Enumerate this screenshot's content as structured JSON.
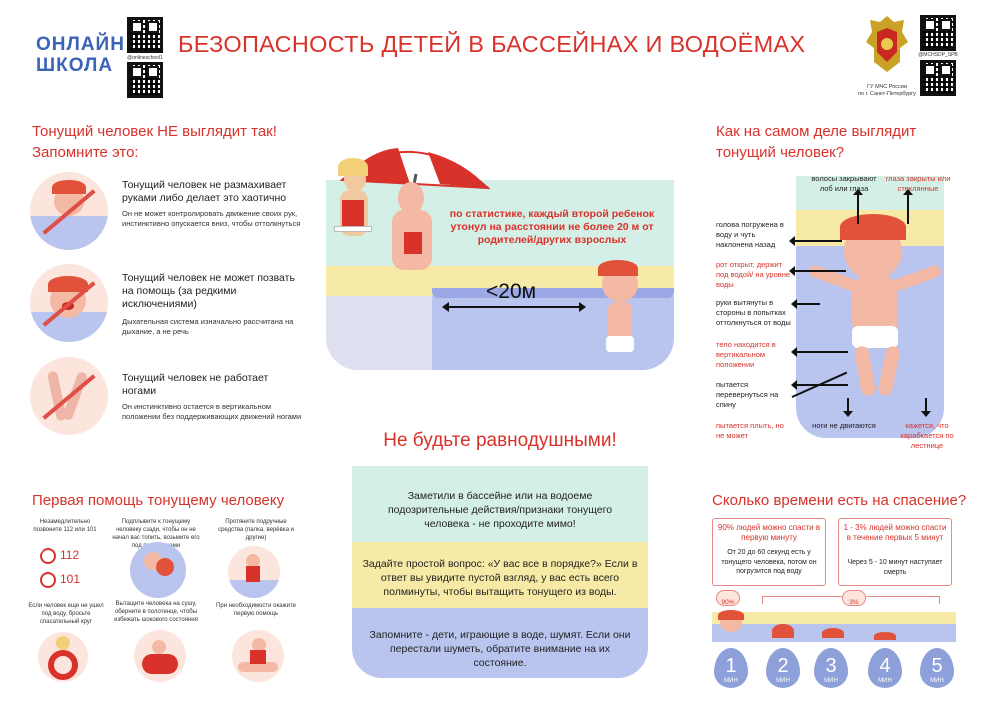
{
  "header": {
    "logo_line1": "ОНЛАЙН",
    "logo_line2": "ШКОЛА",
    "qr1_caption": "@onlineschool1",
    "title": "БЕЗОПАСНОСТЬ ДЕТЕЙ В БАССЕЙНАХ И ВОДОЁМАХ",
    "emblem_caption_1": "ГУ МЧС России",
    "emblem_caption_2": "по г. Санкт-Петербургу",
    "qr2_caption": "@MCHSDP_SPB"
  },
  "left_top": {
    "heading": "Тонущий человек НЕ выглядит так! Запомните это:",
    "items": [
      {
        "title": "Тонущий человек не размахивает руками либо делает это хаотично",
        "desc": "Он не может контролировать движение своих рук, инстинктивно опускается вниз, чтобы оттолкнуться"
      },
      {
        "title": "Тонущий человек не может позвать на помощь (за редкими исключениями)",
        "desc": "Дыхательная система изначально рассчитана на дыхание, а не речь"
      },
      {
        "title": "Тонущий человек не работает ногами",
        "desc": "Он инстинктивно остается в вертикальном положении без поддерживающих движений ногами"
      }
    ]
  },
  "center_top": {
    "stat": "по статистике, каждый второй ребенок утонул на расстоянии не более 20 м от родителей/других взрослых",
    "distance": "<20м"
  },
  "right_top": {
    "heading": "Как на самом деле выглядит тонущий человек?",
    "top_label_black": "волосы закрывают лоб или глаза",
    "top_label_red": "глаза закрыты или стеклянные",
    "left_labels": [
      {
        "text": "голова погружена в воду и чуть наклонена назад",
        "color": "black"
      },
      {
        "text": "рот открыт, держит под водой/ на уровне воды",
        "color": "red"
      },
      {
        "text": "руки вытянуты в стороны в попытках оттолкнуться от воды",
        "color": "black"
      },
      {
        "text": "тело находится в вертикальном положении",
        "color": "red"
      },
      {
        "text": "пытается перевернуться на спину",
        "color": "black"
      },
      {
        "text": "пытается плыть, но не может",
        "color": "red"
      }
    ],
    "bottom_label_black": "ноги не двигаются",
    "bottom_label_red": "кажется, что карабкается по лестнице"
  },
  "center_bottom": {
    "heading": "Не будьте равнодушными!",
    "p1": "Заметили в бассейне или на водоеме подозрительные действия/признаки тонущего человека - не проходите мимо!",
    "p2": "Задайте простой вопрос: «У вас все в порядке?» Если в ответ вы увидите пустой взгляд, у вас есть всего полминуты, чтобы вытащить тонущего из воды.",
    "p3": "Запомните - дети, играющие в воде, шумят. Если они перестали шуметь, обратите внимание на их состояние."
  },
  "left_bottom": {
    "heading": "Первая помощь тонущему человеку",
    "steps": [
      "Незамедлительно позвоните 112 или 101",
      "Подплывите к тонущему человеку сзади, чтобы он не начал вас топить, возьмите его под подмышками",
      "Протяните подручные средства (палка, верёвка и другие)",
      "Если человек еще не ушел под воду, бросьте спасательный круг",
      "Вытащите человека на сушу, оберните в полотенце, чтобы избежать шокового состояния",
      "При необходимости окажите первую помощь"
    ],
    "phone1": "112",
    "phone2": "101"
  },
  "right_bottom": {
    "heading": "Сколько времени есть на спасение?",
    "box1_red": "90% людей можно спасти в первую минуту",
    "box1_text": "От 20 до 60 секунд есть у тонущего человека, потом он погрузится под воду",
    "box2_red": "1 - 3% людей можно спасти в течение первых 5 минут",
    "box2_text": "Через 5 - 10 минут наступает смерть",
    "badge1": "90%",
    "badge2": "3%",
    "minutes": [
      "1",
      "2",
      "3",
      "4",
      "5"
    ],
    "minute_unit": "МИН"
  },
  "colors": {
    "accent_red": "#d8322b",
    "logo_blue": "#3b63b8",
    "water_blue": "#b9c4ef",
    "sand_yellow": "#f7e9a6",
    "mint": "#d4efe6",
    "lavender": "#dfe0f0"
  }
}
